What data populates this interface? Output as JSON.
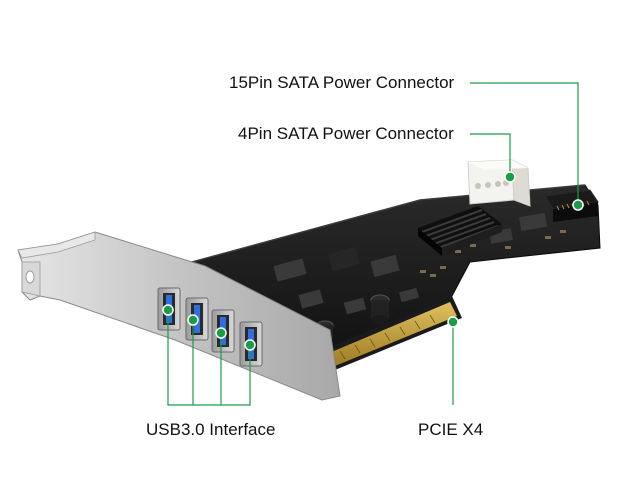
{
  "callouts": {
    "sata_15pin": "15Pin SATA Power Connector",
    "sata_4pin": "4Pin SATA Power Connector",
    "usb_interface": "USB3.0 Interface",
    "pcie": "PCIE X4"
  },
  "colors": {
    "leader_line": "#1b9c4a",
    "pcb": "#1c1c1c",
    "bracket": "#c9c9c9",
    "heatsink": "#151515",
    "usb_port_tongue": "#2f6fe0",
    "gold_contacts": "#c9a23c",
    "molex": "#f2f2ee"
  },
  "icons": {
    "callout_dot": "green-dot-icon",
    "usb_port": "usb-port-icon"
  }
}
